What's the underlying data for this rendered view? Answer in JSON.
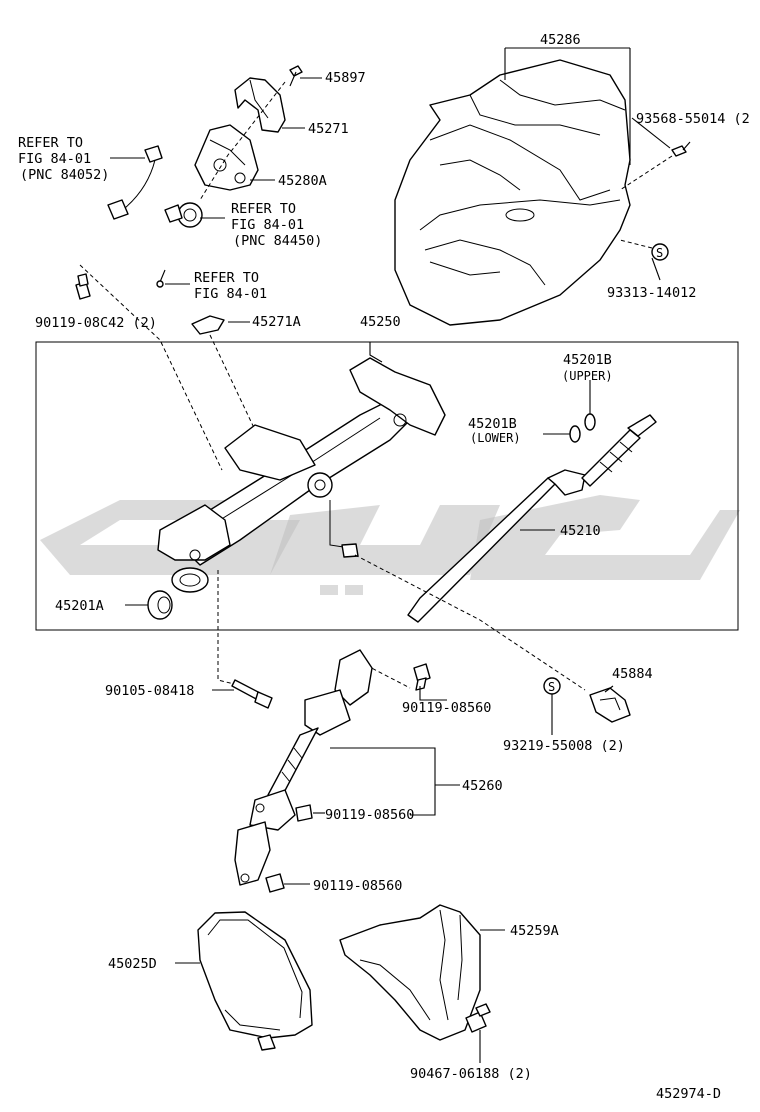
{
  "labels": {
    "p45286": "45286",
    "p45897": "45897",
    "p45271": "45271",
    "p45280A": "45280A",
    "p93568": "93568-55014 (2",
    "p93313": "93313-14012",
    "refer1a": "REFER TO",
    "refer1b": "FIG 84-01",
    "refer1c": "(PNC 84052)",
    "refer2a": "REFER TO",
    "refer2b": "FIG 84-01",
    "refer2c": "(PNC 84450)",
    "refer3a": "REFER TO",
    "refer3b": "FIG 84-01",
    "p90119a": "90119-08C42 (2)",
    "p45271A": "45271A",
    "p45250": "45250",
    "p45201B_u": "45201B",
    "upper": "(UPPER)",
    "p45201B_l": "45201B",
    "lower": "(LOWER)",
    "p45210": "45210",
    "p45201A": "45201A",
    "p90105": "90105-08418",
    "p90119b": "90119-08560",
    "p45884": "45884",
    "p93219": "93219-55008 (2)",
    "p45260": "45260",
    "p90119c": "90119-08560",
    "p90119d": "90119-08560",
    "p45025D": "45025D",
    "p45259A": "45259A",
    "p90467": "90467-06188 (2)",
    "diagram_id": "452974-D"
  }
}
